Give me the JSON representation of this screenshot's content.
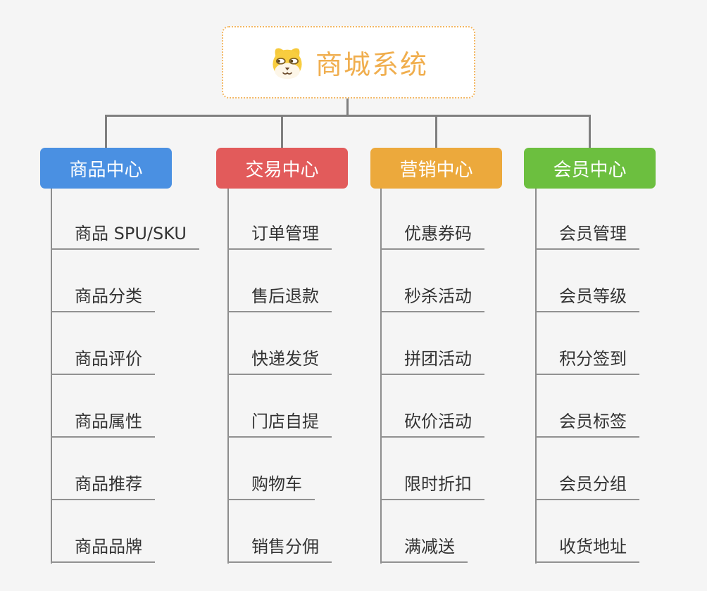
{
  "page": {
    "background": "#f5f5f5",
    "connector_color": "#7f7f7f"
  },
  "root": {
    "title": "商城系统",
    "icon": "dog-icon",
    "title_color": "#f0ae4e",
    "border_color": "#f3b763"
  },
  "branches": [
    {
      "label": "商品中心",
      "color": "#4a90e2",
      "items": [
        "商品 SPU/SKU",
        "商品分类",
        "商品评价",
        "商品属性",
        "商品推荐",
        "商品品牌"
      ]
    },
    {
      "label": "交易中心",
      "color": "#e25b5b",
      "items": [
        "订单管理",
        "售后退款",
        "快递发货",
        "门店自提",
        "购物车",
        "销售分佣"
      ]
    },
    {
      "label": "营销中心",
      "color": "#eca93c",
      "items": [
        "优惠券码",
        "秒杀活动",
        "拼团活动",
        "砍价活动",
        "限时折扣",
        "满减送"
      ]
    },
    {
      "label": "会员中心",
      "color": "#6cbf3f",
      "items": [
        "会员管理",
        "会员等级",
        "积分签到",
        "会员标签",
        "会员分组",
        "收货地址"
      ]
    }
  ]
}
